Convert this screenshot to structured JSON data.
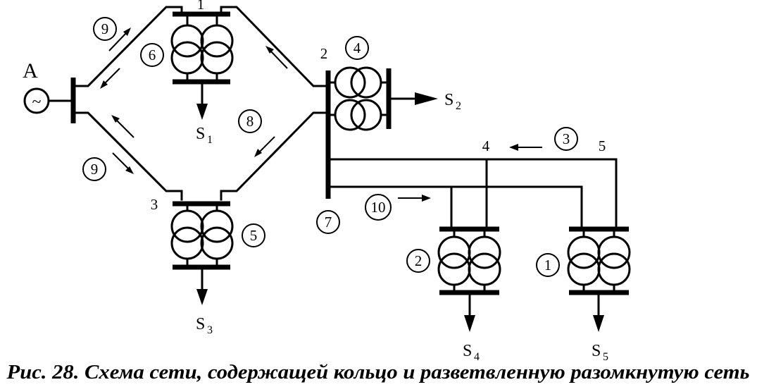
{
  "source": "A",
  "source_symbol": "~",
  "nodes": {
    "n1": "1",
    "n2": "2",
    "n3": "3",
    "n4": "4",
    "n5": "5"
  },
  "loads": [
    {
      "letter": "S",
      "index": "1"
    },
    {
      "letter": "S",
      "index": "2"
    },
    {
      "letter": "S",
      "index": "3"
    },
    {
      "letter": "S",
      "index": "4"
    },
    {
      "letter": "S",
      "index": "5"
    }
  ],
  "markers": [
    "9",
    "6",
    "4",
    "8",
    "9",
    "5",
    "7",
    "10",
    "3",
    "2",
    "1"
  ],
  "caption": "Рис. 28. Схема сети, содержащей кольцо и разветвленную разомкнутую сеть"
}
